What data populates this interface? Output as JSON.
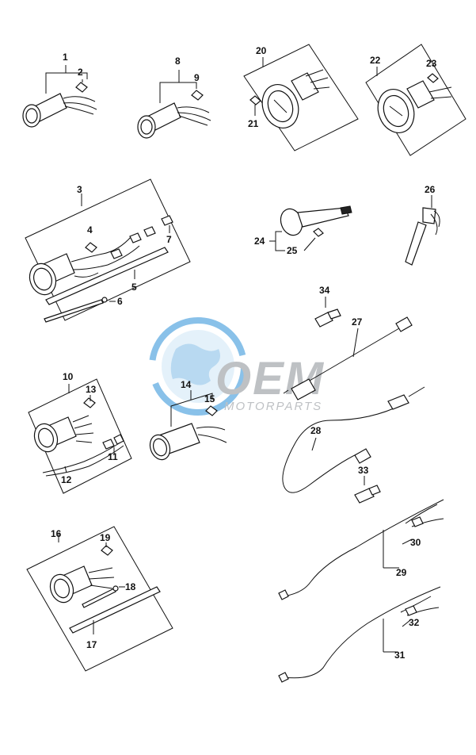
{
  "callouts": {
    "c1": "1",
    "c2": "2",
    "c3": "3",
    "c4": "4",
    "c5": "5",
    "c6": "6",
    "c7": "7",
    "c8": "8",
    "c9": "9",
    "c10": "10",
    "c11": "11",
    "c12": "12",
    "c13": "13",
    "c14": "14",
    "c15": "15",
    "c16": "16",
    "c17": "17",
    "c18": "18",
    "c19": "19",
    "c20": "20",
    "c21": "21",
    "c22": "22",
    "c23": "23",
    "c24": "24",
    "c25": "25",
    "c26": "26",
    "c27": "27",
    "c28": "28",
    "c29": "29",
    "c30": "30",
    "c31": "31",
    "c32": "32",
    "c33": "33",
    "c34": "34"
  },
  "watermark": {
    "brand": "OEM",
    "tagline": "MOTORPARTS",
    "color": "#2a8fd8"
  }
}
